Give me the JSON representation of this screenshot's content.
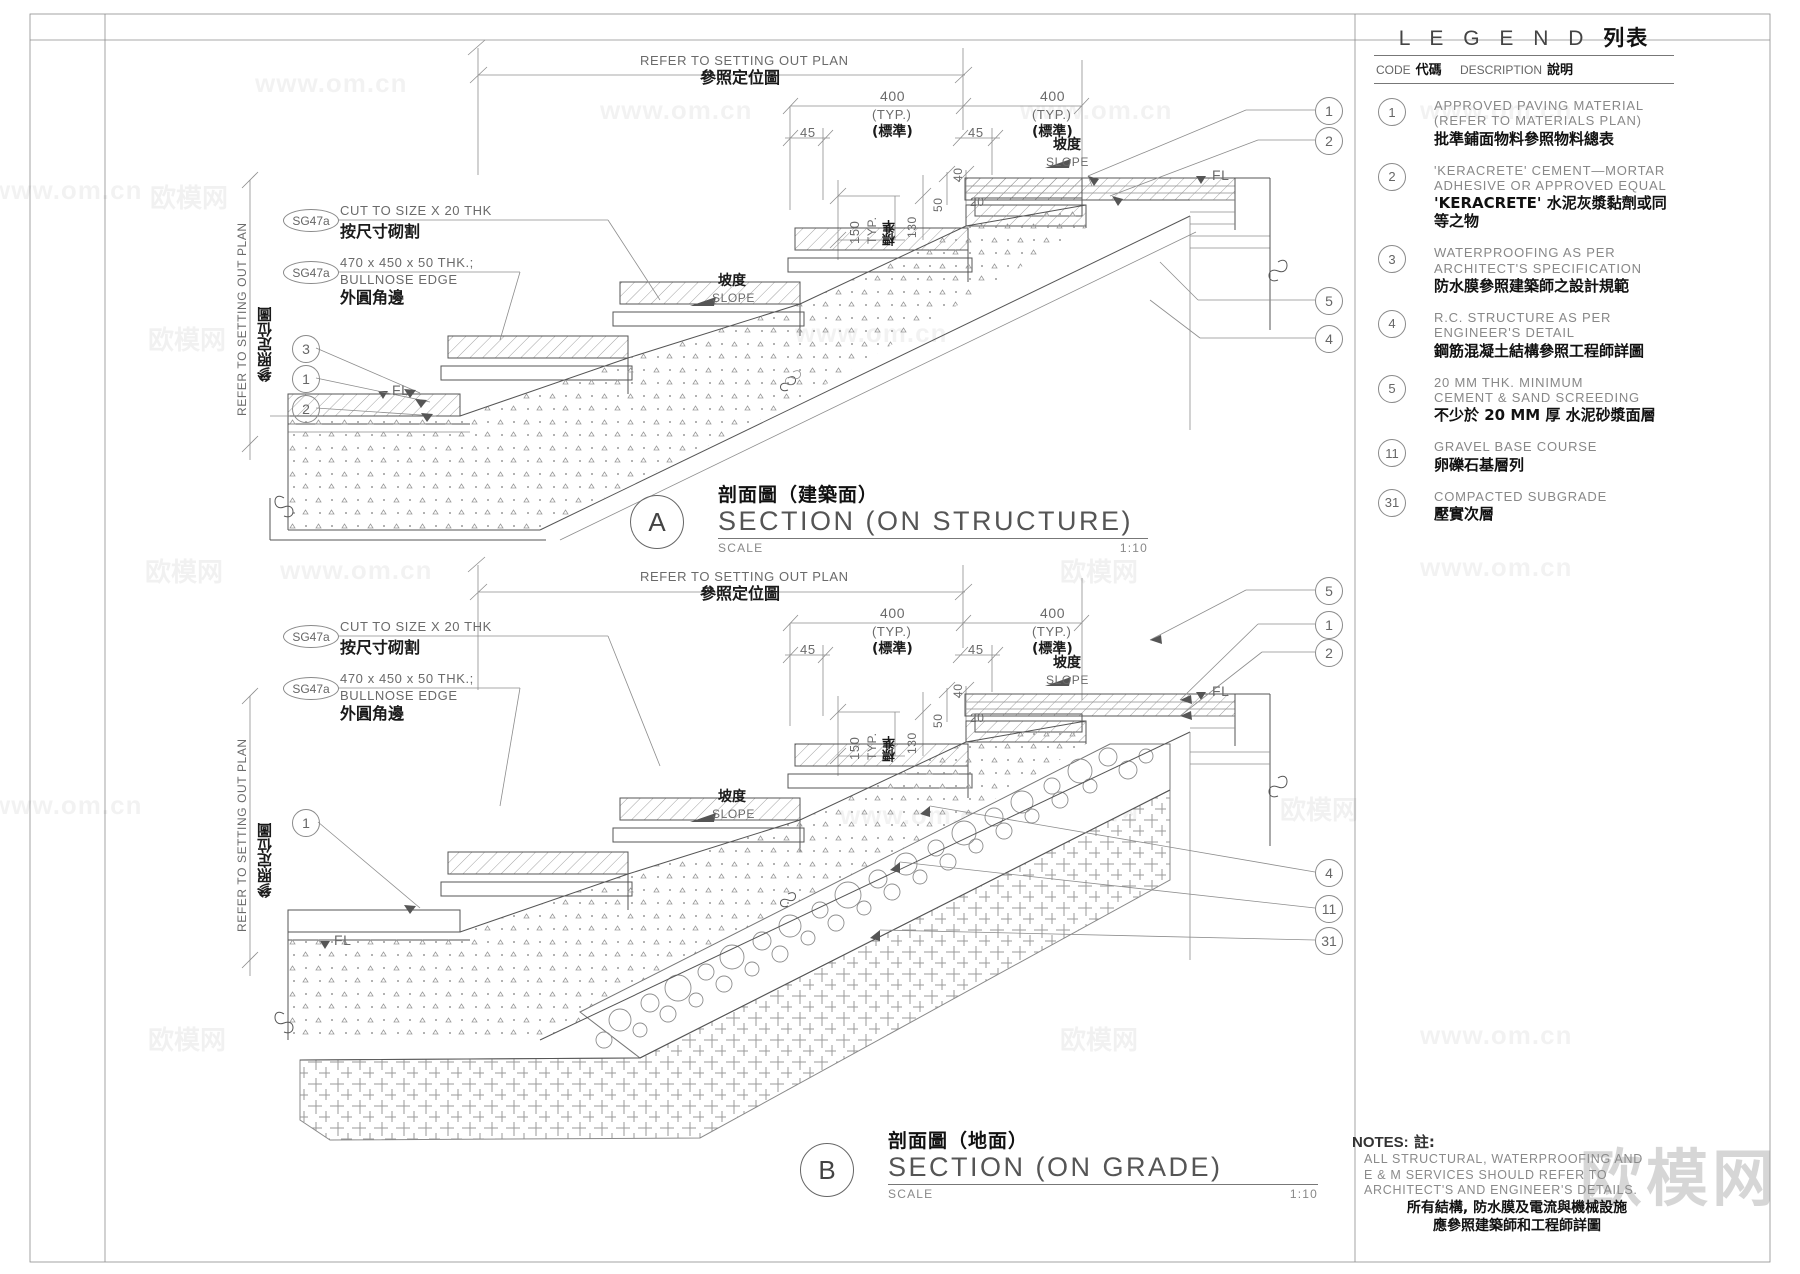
{
  "sheet": {
    "border_color": "#9a9a9a",
    "background": "#ffffff"
  },
  "legend": {
    "title_en": "L E G E N D",
    "title_zh": "列表",
    "header": {
      "code_en": "CODE",
      "code_zh": "代碼",
      "desc_en": "DESCRIPTION",
      "desc_zh": "說明"
    },
    "items": [
      {
        "code": "1",
        "en1": "APPROVED  PAVING  MATERIAL",
        "en2": "(REFER  TO  MATERIALS  PLAN)",
        "zh": "批準鋪面物料參照物料總表"
      },
      {
        "code": "2",
        "en1": "'KERACRETE'  CEMENT—MORTAR",
        "en2": "ADHESIVE  OR  APPROVED  EQUAL",
        "zh": "'KERACRETE'   水泥灰漿黏劑或同等之物"
      },
      {
        "code": "3",
        "en1": "WATERPROOFING  AS  PER",
        "en2": "ARCHITECT'S  SPECIFICATION",
        "zh": "防水膜參照建築師之設計規範"
      },
      {
        "code": "4",
        "en1": "R.C.  STRUCTURE  AS  PER",
        "en2": "ENGINEER'S  DETAIL",
        "zh": "鋼筋混凝土結構參照工程師詳圖"
      },
      {
        "code": "5",
        "en1": "20  MM  THK.  MINIMUM",
        "en2": "CEMENT  &  SAND  SCREEDING",
        "zh": "不少於 20 MM   厚  水泥砂漿面層"
      },
      {
        "code": "11",
        "en1": "GRAVEL  BASE  COURSE",
        "en2": "",
        "zh": "卵礫石基層列"
      },
      {
        "code": "31",
        "en1": "COMPACTED  SUBGRADE",
        "en2": "",
        "zh": "壓實次層"
      }
    ]
  },
  "notes": {
    "heading_en": "NOTES:",
    "heading_zh": "註:",
    "en": [
      "ALL  STRUCTURAL,  WATERPROOFING  AND",
      "E  &  M  SERVICES  SHOULD  REFER  TO",
      "ARCHITECT'S  AND  ENGINEER'S  DETAILS."
    ],
    "zh": [
      "所有結構, 防水膜及電流與機械設施",
      "應參照建築師和工程師詳圖"
    ]
  },
  "section_a": {
    "bubble": "A",
    "title_zh": "剖面圖（建築面）",
    "title_en": "SECTION (ON STRUCTURE)",
    "scale_label": "SCALE",
    "scale_value": "1:10",
    "top_note_en": "REFER TO SETTING OUT PLAN",
    "top_note_zh": "參照定位圖",
    "left_note_en": "REFER TO SETTING OUT PLAN",
    "left_note_zh": "參照定位圖",
    "dims": {
      "tread_1": "400",
      "tread_1_typ_en": "(TYP.)",
      "tread_1_typ_zh": "(標準)",
      "tread_2": "400",
      "tread_2_typ_en": "(TYP.)",
      "tread_2_typ_zh": "(標準)",
      "nose_1": "45",
      "nose_2": "45",
      "riser": "150",
      "riser_typ_en": "TYP.",
      "riser_typ_zh": "標準",
      "v130": "130",
      "v50": "50",
      "v40": "40",
      "v20": "20"
    },
    "slope_labels": [
      {
        "zh": "坡度",
        "en": "SLOPE"
      },
      {
        "zh": "坡度",
        "en": "SLOPE"
      }
    ],
    "fl_label": "FL",
    "material_tags": [
      {
        "tag": "SG47a",
        "en1": "CUT TO SIZE X 20 THK",
        "en2": "",
        "zh": "按尺寸砌割"
      },
      {
        "tag": "SG47a",
        "en1": "470 x 450 x 50 THK.;",
        "en2": "BULLNOSE EDGE",
        "zh": "外圓角邊"
      }
    ],
    "callouts": [
      "1",
      "2",
      "3",
      "1",
      "2",
      "5",
      "4"
    ]
  },
  "section_b": {
    "bubble": "B",
    "title_zh": "剖面圖（地面）",
    "title_en": "SECTION (ON GRADE)",
    "scale_label": "SCALE",
    "scale_value": "1:10",
    "top_note_en": "REFER TO SETTING OUT PLAN",
    "top_note_zh": "參照定位圖",
    "left_note_en": "REFER TO SETTING OUT PLAN",
    "left_note_zh": "參照定位圖",
    "dims": {
      "tread_1": "400",
      "tread_1_typ_en": "(TYP.)",
      "tread_1_typ_zh": "(標準)",
      "tread_2": "400",
      "tread_2_typ_en": "(TYP.)",
      "tread_2_typ_zh": "(標準)",
      "nose_1": "45",
      "nose_2": "45",
      "riser": "150",
      "riser_typ_en": "TYP.",
      "riser_typ_zh": "標準",
      "v130": "130",
      "v50": "50",
      "v40": "40",
      "v20": "20"
    },
    "slope_labels": [
      {
        "zh": "坡度",
        "en": "SLOPE"
      },
      {
        "zh": "坡度",
        "en": "SLOPE"
      }
    ],
    "fl_label": "FL",
    "material_tags": [
      {
        "tag": "SG47a",
        "en1": "CUT TO SIZE X 20 THK",
        "en2": "",
        "zh": "按尺寸砌割"
      },
      {
        "tag": "SG47a",
        "en1": "470 x 450 x 50 THK.;",
        "en2": "BULLNOSE EDGE",
        "zh": "外圓角邊"
      }
    ],
    "callouts": [
      "1",
      "5",
      "1",
      "2",
      "4",
      "11",
      "31"
    ]
  },
  "watermarks": {
    "cn_text": "欧模网",
    "url_text": "www.om.cn",
    "url_text_long": "www.om.cn"
  }
}
